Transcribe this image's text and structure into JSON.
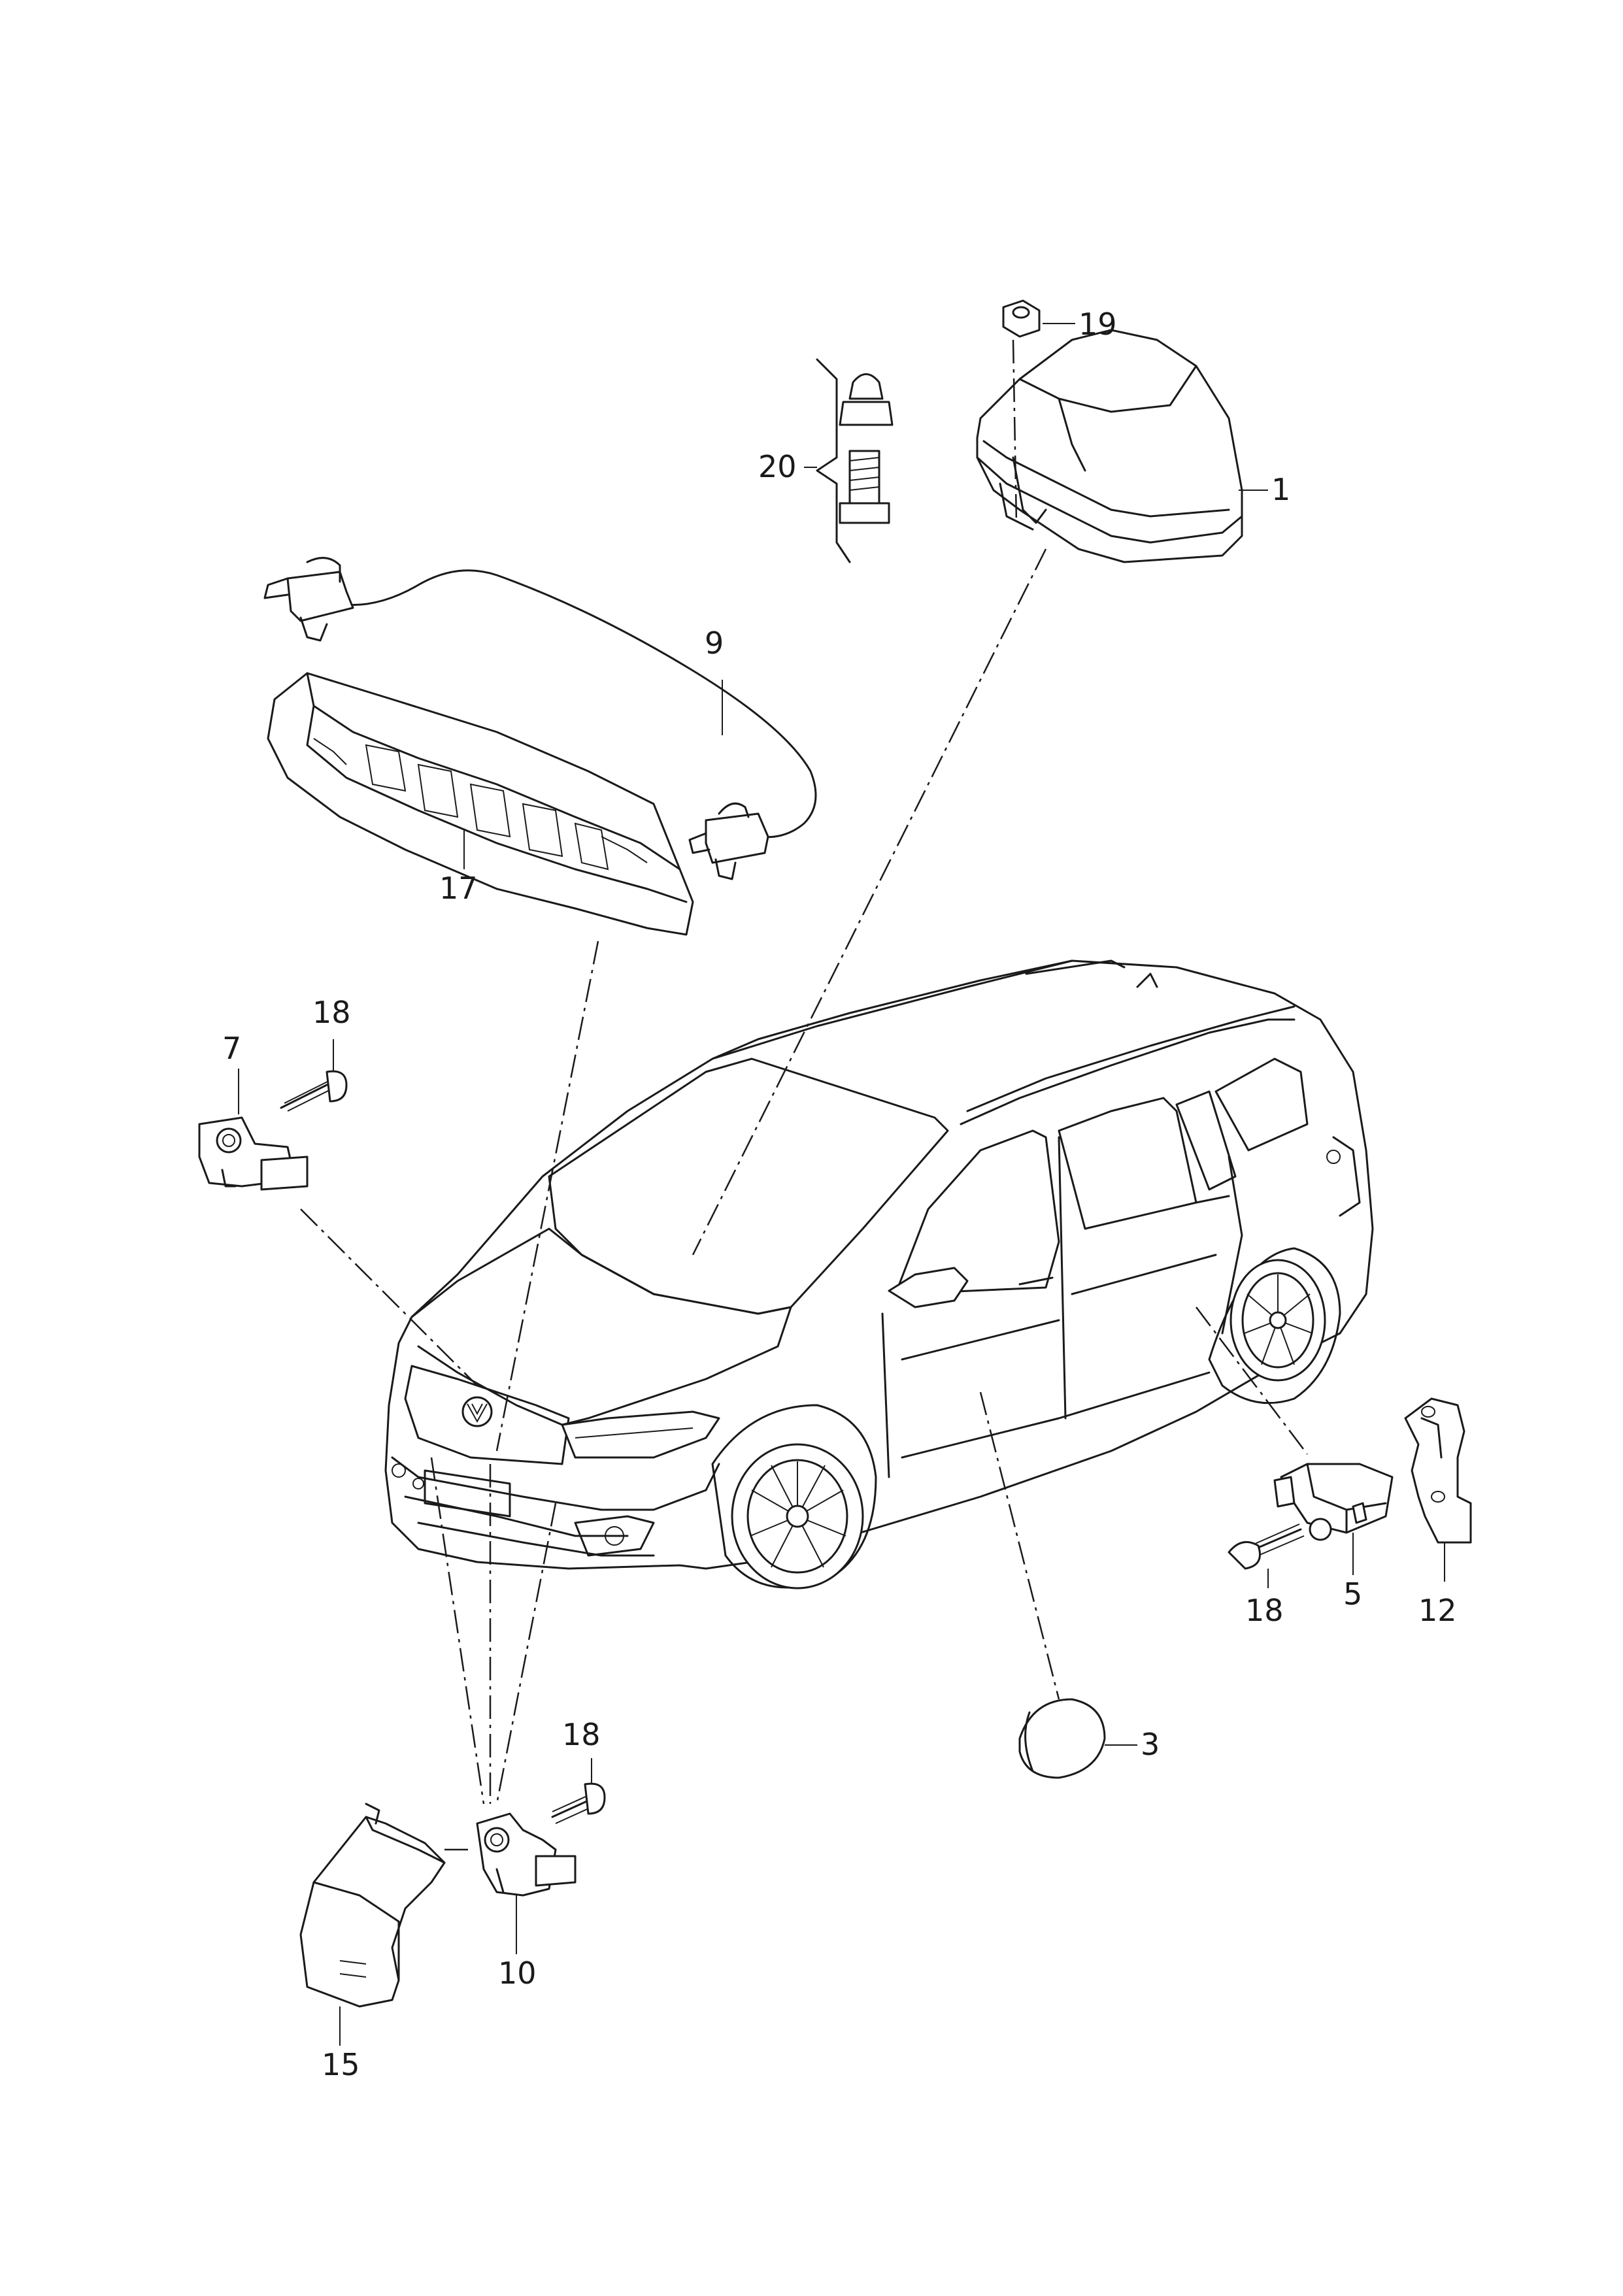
{
  "labels": {
    "l1": "1",
    "l3": "3",
    "l5": "5",
    "l7": "7",
    "l9": "9",
    "l10": "10",
    "l12": "12",
    "l15": "15",
    "l17": "17",
    "l18a": "18",
    "l18b": "18",
    "l18c": "18",
    "l19": "19",
    "l20": "20"
  }
}
